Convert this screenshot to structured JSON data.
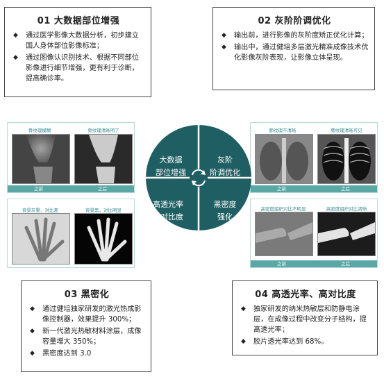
{
  "boxes": {
    "b1": {
      "title": "01 大数据部位增强",
      "items": [
        "通过医学影像大数据分析，初步建立国人身体部位影像标准；",
        "通过图像认识别技术、根据不同部位影像进行细节增强，更有利于诊断，提高确诊率。"
      ]
    },
    "b2": {
      "title": "02 灰阶阶调优化",
      "items": [
        "输出前，进行影像的灰阶度矫正优化计算；",
        "输出中，通过健培多层激光精准成像技术优化影像灰阶表现，让影像立体呈现。"
      ]
    },
    "b3": {
      "title": "03 黑密化",
      "items": [
        "通过健培独家研发的激光热成影像控制器，效果提升 300%；",
        "新一代激光热敏材料涂层，成像容量增大 350%；",
        "黑密度达到 3.0"
      ]
    },
    "b4": {
      "title": "04 高透光率、高对比度",
      "items": [
        "独家研发的纳米热敏层和防静电涂层，在成像过程中改变分子结构，提高透光率；",
        "胶片透光率达到 68%。"
      ]
    }
  },
  "bullet": "◆",
  "hub": {
    "q1": [
      "大数据",
      "部位增强"
    ],
    "q2": [
      "灰阶",
      "阶调优化"
    ],
    "q3": [
      "高透光率",
      "高对比度"
    ],
    "q4": [
      "黑密度",
      "强化"
    ],
    "color": "#1f5f63"
  },
  "panels": {
    "p1": {
      "cap_left": "骨纹理模糊",
      "cap_right": "骨纹理清晰明了",
      "before": "之前",
      "after": "之后"
    },
    "p2": {
      "cap_left": "肺纹理不清晰",
      "cap_right": "肺纹理清晰可见",
      "before": "之前",
      "after": "之后"
    },
    "p3": {
      "cap_left": "背景灰雾、对比差",
      "cap_right": "背景黑，对比明显",
      "before": "之前",
      "after": "之后"
    },
    "p4": {
      "cap_left": "高密度组织对比不明显",
      "cap_right": "高密度组织对比清晰",
      "before": "之前",
      "after": "之后"
    }
  }
}
